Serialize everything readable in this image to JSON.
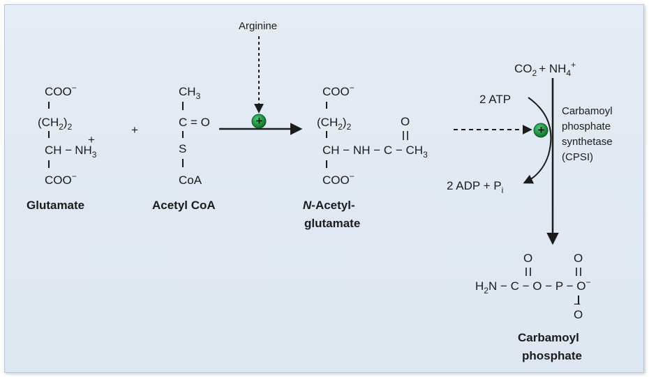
{
  "regulator": {
    "label": "Arginine"
  },
  "glutamate": {
    "top": "COO",
    "top_charge": "−",
    "chain": "(CH",
    "chain_sub": "2",
    "chain_close": ")",
    "chain_n": "2",
    "mid": "CH −",
    "amine": "NH",
    "amine_sub": "3",
    "amine_charge": "+",
    "bottom": "COO",
    "bottom_charge": "−",
    "name": "Glutamate"
  },
  "plus": "+",
  "acetyl_coa": {
    "top": "CH",
    "top_sub": "3",
    "mid": "C = O",
    "s": "S",
    "bottom": "CoA",
    "name": "Acetyl CoA"
  },
  "activator_symbol": "+",
  "nag": {
    "top": "COO",
    "top_charge": "−",
    "chain": "(CH",
    "chain_sub": "2",
    "chain_close": ")",
    "chain_n": "2",
    "mid": "CH − NH − C − CH",
    "mid_sub": "3",
    "o": "O",
    "bottom": "COO",
    "bottom_charge": "−",
    "name_italic": "N",
    "name_rest": "-Acetyl-",
    "name_line2": "glutamate"
  },
  "cps": {
    "substrate_co2": "CO",
    "co2_sub": "2",
    "plus_nh4": "+ NH",
    "nh4_sub": "4",
    "nh4_charge": "+",
    "atp_in": "2 ATP",
    "adp_out": "2 ADP + P",
    "pi_sub": "i",
    "enzyme_lines": [
      "Carbamoyl",
      "phosphate",
      "synthetase",
      "(CPSI)"
    ]
  },
  "product": {
    "formula_left": "H",
    "formula_left_sub": "2",
    "formula_rest": "N − C − O − P − O",
    "charge": "−",
    "o1": "O",
    "o2": "O",
    "o3": "O",
    "o3_charge": "−",
    "name_line1": "Carbamoyl",
    "name_line2": "phosphate"
  },
  "colors": {
    "panel_bg": "#e1e9f3",
    "activator": "#1d8a3c",
    "ink": "#1b1b1b"
  }
}
